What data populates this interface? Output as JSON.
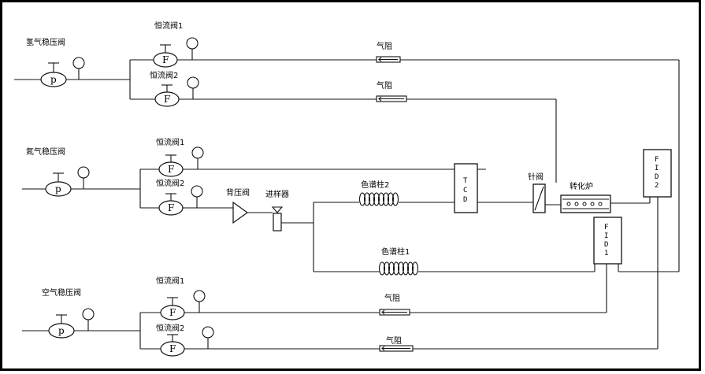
{
  "diagram": {
    "hydrogen": {
      "reg_label": "氢气稳压阀",
      "reg_symbol": "p",
      "valve1_label": "恒流阀1",
      "valve2_label": "恒流阀2",
      "valve_symbol": "F",
      "restrictor1_label": "气阻",
      "restrictor2_label": "气阻"
    },
    "nitrogen": {
      "reg_label": "氮气稳压阀",
      "reg_symbol": "p",
      "valve1_label": "恒流阀1",
      "valve2_label": "恒流阀2",
      "valve_symbol": "F"
    },
    "air": {
      "reg_label": "空气稳压阀",
      "reg_symbol": "p",
      "valve1_label": "恒流阀1",
      "valve2_label": "恒流阀2",
      "valve_symbol": "F",
      "restrictor1_label": "气阻",
      "restrictor2_label": "气阻"
    },
    "components": {
      "back_pressure_label": "背压阀",
      "injector_label": "进样器",
      "column2_label": "色谱柱2",
      "column1_label": "色谱柱1",
      "tcd_letters": [
        "T",
        "C",
        "D"
      ],
      "needle_valve_label": "针阀",
      "converter_label": "转化炉",
      "fid1_letters": [
        "F",
        "I",
        "D",
        "1"
      ],
      "fid2_letters": [
        "F",
        "I",
        "D",
        "2"
      ]
    }
  }
}
